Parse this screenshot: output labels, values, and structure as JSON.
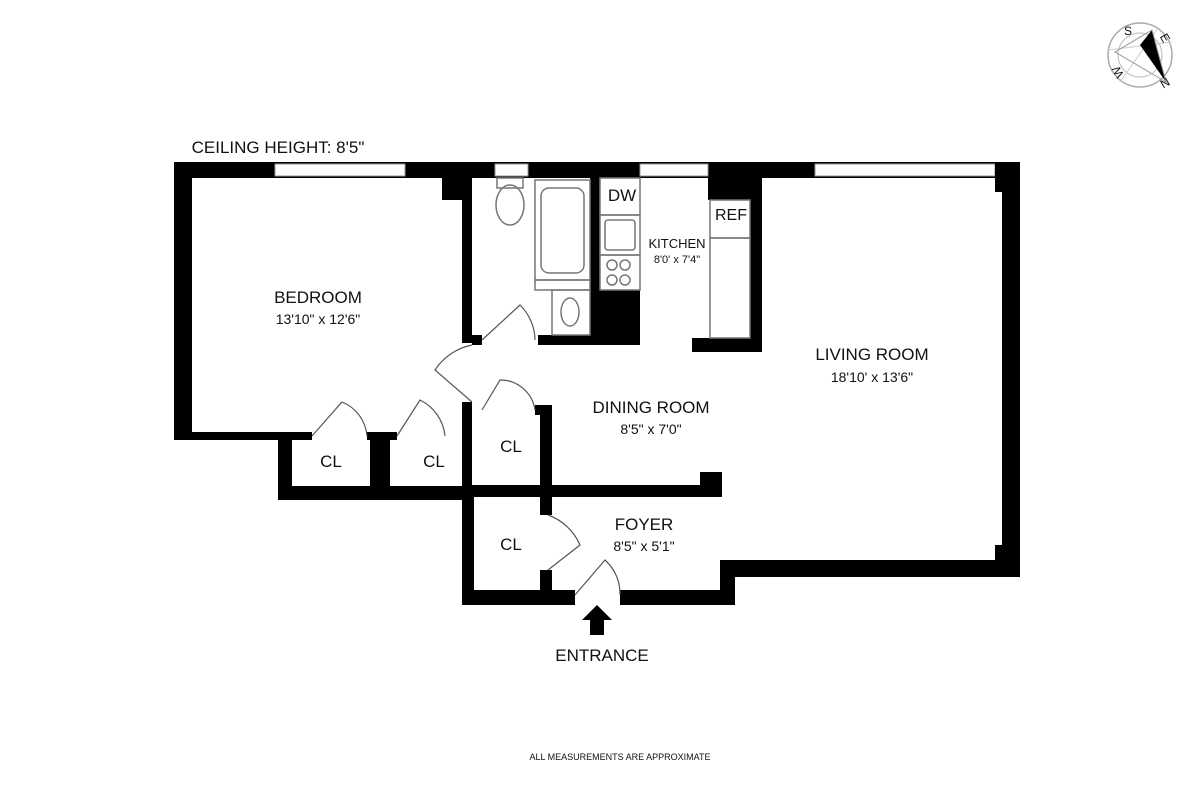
{
  "ceiling_height": "CEILING HEIGHT: 8'5\"",
  "rooms": {
    "bedroom": {
      "name": "BEDROOM",
      "dims": "13'10\" x 12'6\""
    },
    "kitchen": {
      "name": "KITCHEN",
      "dims": "8'0' x 7'4\""
    },
    "living_room": {
      "name": "LIVING ROOM",
      "dims": "18'10' x 13'6\""
    },
    "dining_room": {
      "name": "DINING ROOM",
      "dims": "8'5\" x 7'0\""
    },
    "foyer": {
      "name": "FOYER",
      "dims": "8'5\" x 5'1\""
    }
  },
  "closets": [
    "CL",
    "CL",
    "CL",
    "CL"
  ],
  "appliances": {
    "dishwasher": "DW",
    "refrigerator": "REF"
  },
  "entrance_label": "ENTRANCE",
  "footer_note": "ALL MEASUREMENTS ARE APPROXIMATE",
  "compass": {
    "letters": [
      "S",
      "W",
      "E",
      "N"
    ]
  }
}
